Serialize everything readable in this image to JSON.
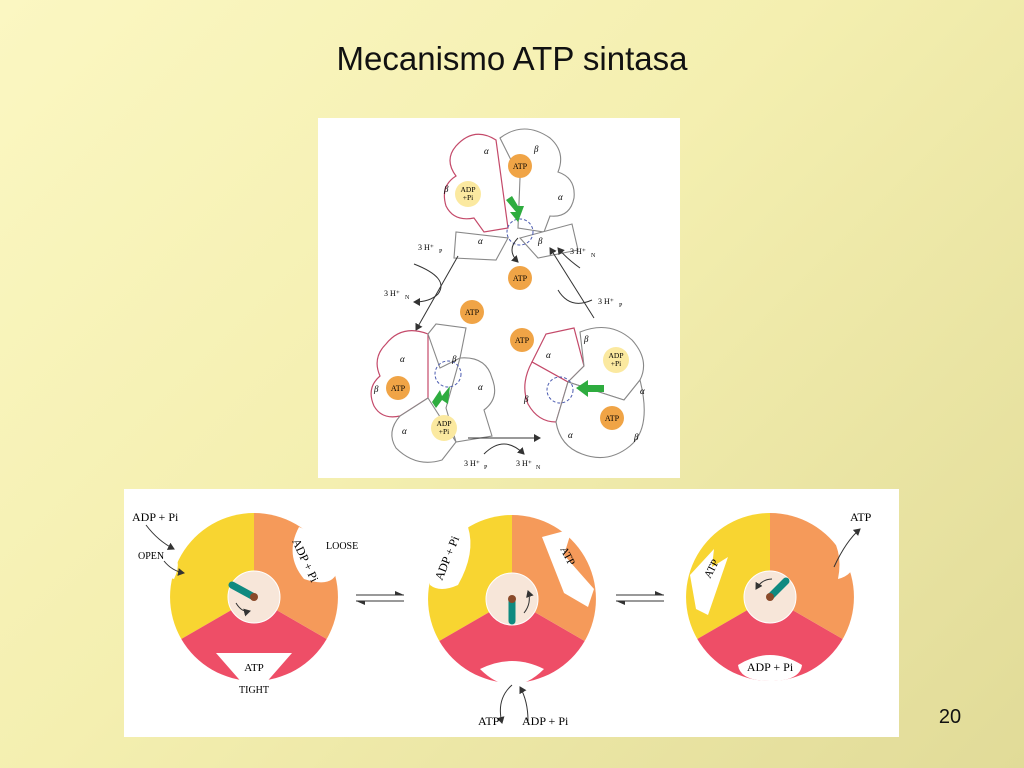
{
  "slide": {
    "title": "Mecanismo ATP sintasa",
    "page_number": "20"
  },
  "top_figure": {
    "subunit_alpha": "α",
    "subunit_beta": "β",
    "atp_label": "ATP",
    "adp_line1": "ADP",
    "adp_line2": "+Pi",
    "proton_p": "3 H⁺",
    "proton_p_sub": "P",
    "proton_n": "3 H⁺",
    "proton_n_sub": "N"
  },
  "bottom_figure": {
    "adp_pi": "ADP + Pi",
    "open_label": "OPEN",
    "loose_label": "LOOSE",
    "tight_label": "TIGHT",
    "atp_label": "ATP",
    "adp_pi_tilted": "ADP + Pi",
    "atp_out": "ATP",
    "atp_bottom": "ATP",
    "adp_pi_bottom": "ADP + Pi",
    "adp_pi_inner": "ADP + Pi"
  },
  "colors": {
    "yellow_state": "#f8d531",
    "orange_state": "#f59a5a",
    "red_state": "#ee4e67",
    "atp_circle": "#f0a446",
    "adp_circle": "#fbe9a0",
    "green_arrow": "#2eac3f",
    "gamma_shaft": "#0f8a80",
    "center_disc": "#f7e6d9"
  }
}
